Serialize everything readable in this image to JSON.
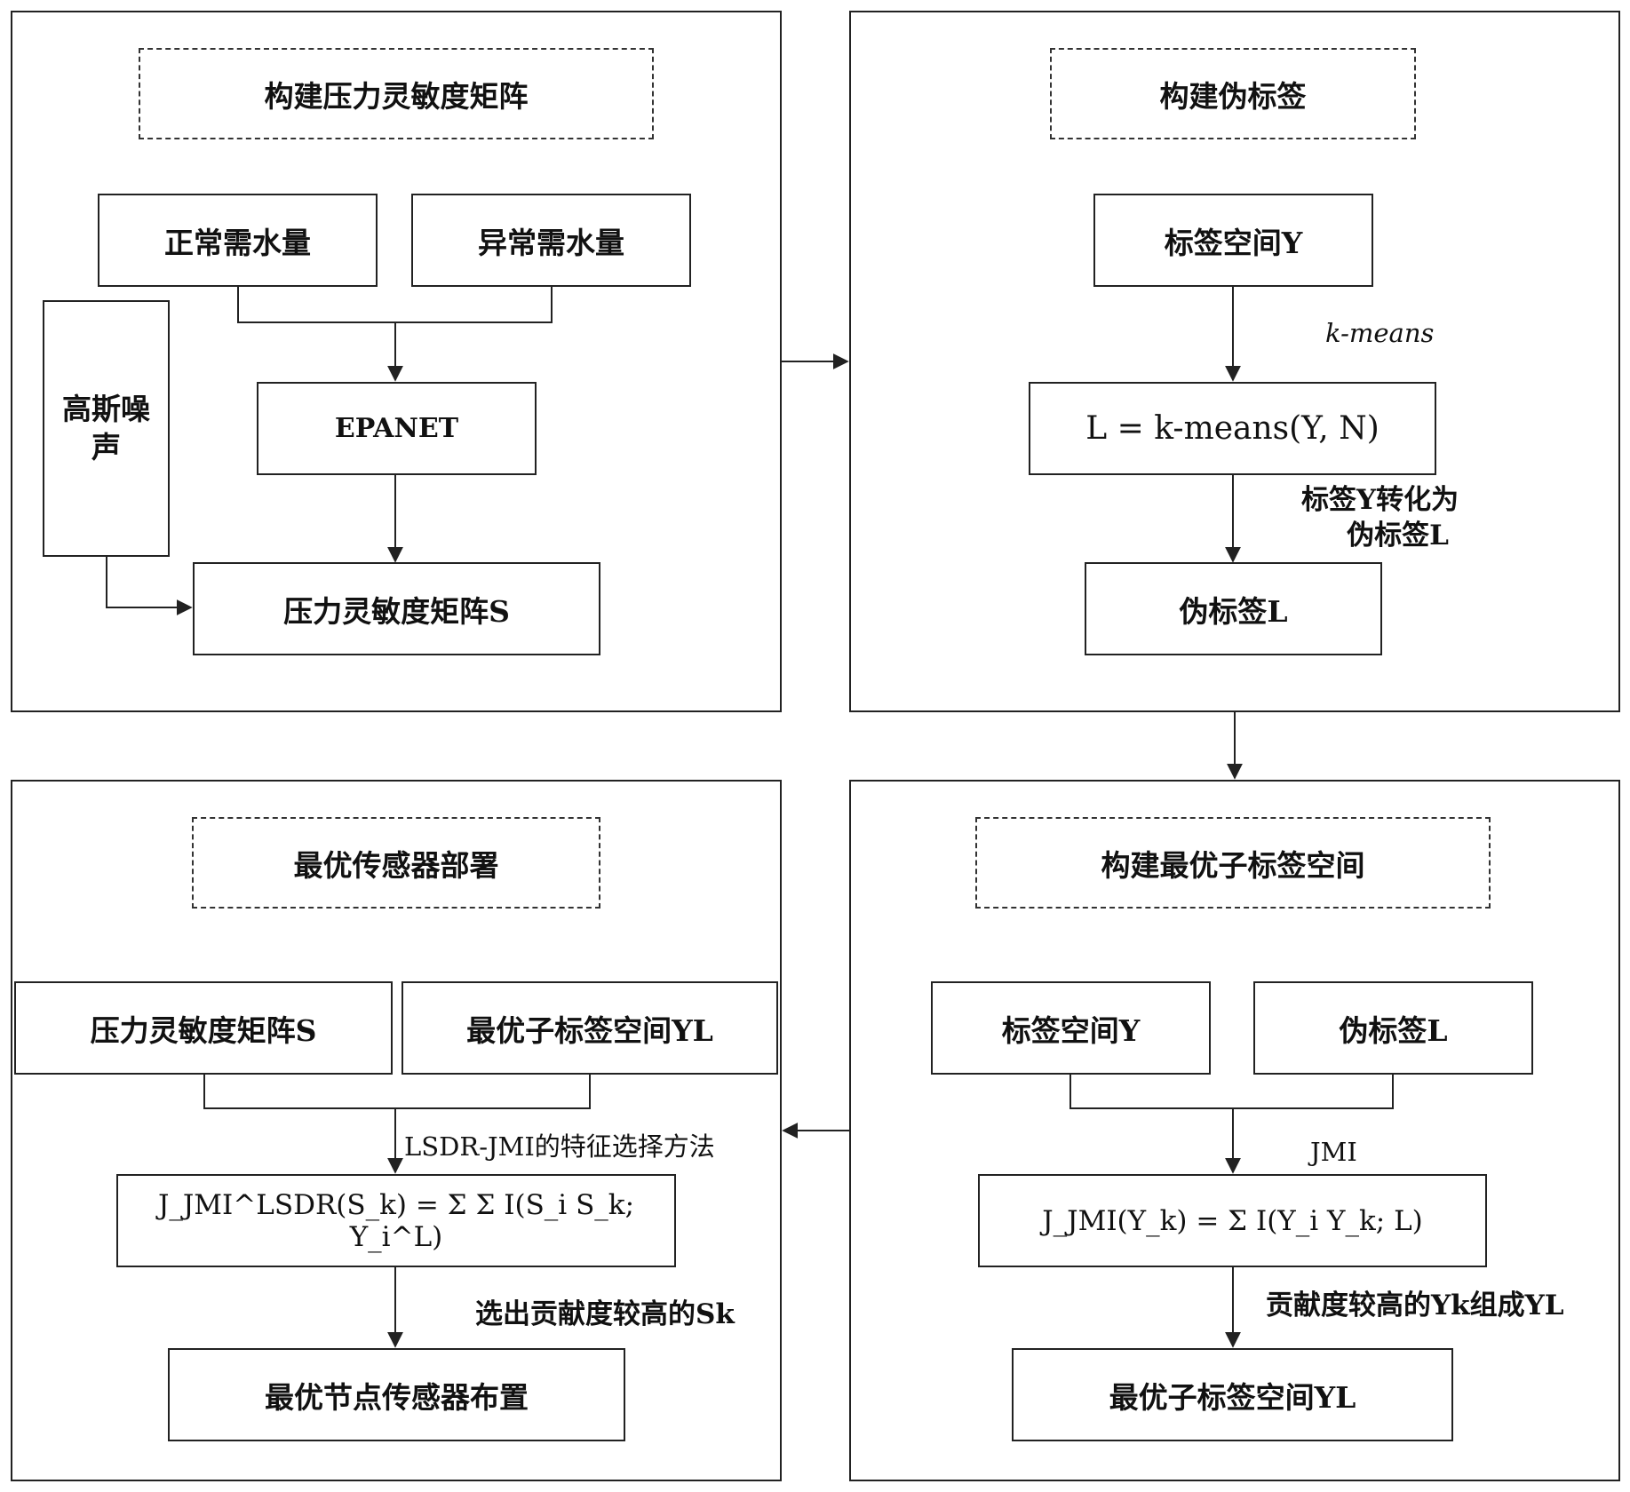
{
  "panel1": {
    "title": "构建压力灵敏度矩阵",
    "normal_demand": "正常需水量",
    "abnormal_demand": "异常需水量",
    "noise": "高斯噪\n声",
    "epanet": "EPANET",
    "matrix": "压力灵敏度矩阵S"
  },
  "panel2": {
    "title": "构建伪标签",
    "label_space": "标签空间Y",
    "kmeans_label": "k-means",
    "kmeans_formula": "L = k-means(Y, N)",
    "transform_note_1": "标签Y转化为",
    "transform_note_2": "伪标签L",
    "pseudo_label": "伪标签L"
  },
  "panel3": {
    "title": "构建最优子标签空间",
    "label_space": "标签空间Y",
    "pseudo_label": "伪标签L",
    "jmi_label": "JMI",
    "formula": "J_JMI(Y_k) = Σ I(Y_i Y_k; L)",
    "select_note": "贡献度较高的Yk组成YL",
    "optimal_subspace": "最优子标签空间YL"
  },
  "panel4": {
    "title": "最优传感器部署",
    "matrix": "压力灵敏度矩阵S",
    "optimal_subspace": "最优子标签空间YL",
    "method_label": "LSDR-JMI的特征选择方法",
    "formula": "J_JMI^LSDR(S_k) = Σ Σ I(S_i S_k; Y_i^L)",
    "select_note": "选出贡献度较高的Sk",
    "result": "最优节点传感器布置"
  },
  "colors": {
    "line": "#222222",
    "background": "#ffffff"
  }
}
